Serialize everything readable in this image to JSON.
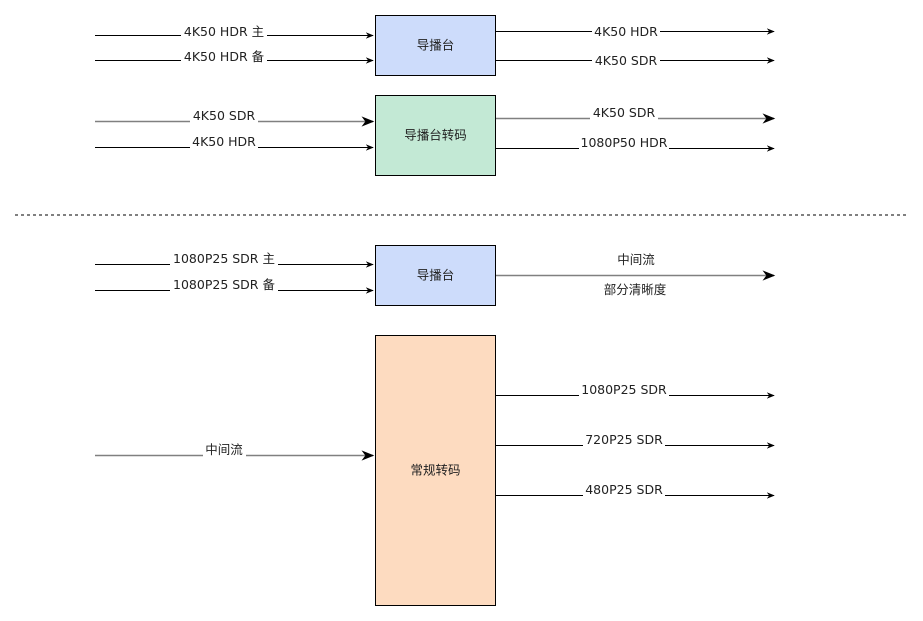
{
  "diagram": {
    "type": "signal-flow",
    "divider": {
      "style": "dashed"
    },
    "colors": {
      "blue_box": "#cddcfb",
      "green_box": "#c3e9d5",
      "orange_box": "#fddbc0",
      "stroke": "#000000",
      "gray_edge": "#808080",
      "text": "#222222"
    },
    "nodes": [
      {
        "id": "n1",
        "label": "导播台",
        "color": "blue_box"
      },
      {
        "id": "n2",
        "label": "导播台转码",
        "color": "green_box"
      },
      {
        "id": "n3",
        "label": "导播台",
        "color": "blue_box"
      },
      {
        "id": "n4",
        "label": "常规转码",
        "color": "orange_box"
      }
    ],
    "edges": [
      {
        "id": "e1",
        "to": "n1",
        "label": "4K50 HDR 主",
        "tone": "black"
      },
      {
        "id": "e2",
        "to": "n1",
        "label": "4K50 HDR 备",
        "tone": "black"
      },
      {
        "id": "e3",
        "from": "n1",
        "label": "4K50 HDR",
        "tone": "black"
      },
      {
        "id": "e4",
        "from": "n1",
        "label": "4K50 SDR",
        "tone": "black"
      },
      {
        "id": "e5",
        "to": "n2",
        "label": "4K50 SDR",
        "tone": "gray"
      },
      {
        "id": "e6",
        "to": "n2",
        "label": "4K50 HDR",
        "tone": "black"
      },
      {
        "id": "e7",
        "from": "n2",
        "label": "4K50 SDR",
        "tone": "gray"
      },
      {
        "id": "e8",
        "from": "n2",
        "label": "1080P50 HDR",
        "tone": "black"
      },
      {
        "id": "e9",
        "to": "n3",
        "label": "1080P25 SDR 主",
        "tone": "black"
      },
      {
        "id": "e10",
        "to": "n3",
        "label": "1080P25 SDR 备",
        "tone": "black"
      },
      {
        "id": "e11",
        "from": "n3",
        "label": "中间流",
        "sublabel": "部分清晰度",
        "tone": "gray"
      },
      {
        "id": "e12",
        "to": "n4",
        "label": "中间流",
        "tone": "gray"
      },
      {
        "id": "e13",
        "from": "n4",
        "label": "1080P25 SDR",
        "tone": "black"
      },
      {
        "id": "e14",
        "from": "n4",
        "label": "720P25 SDR",
        "tone": "black"
      },
      {
        "id": "e15",
        "from": "n4",
        "label": "480P25 SDR",
        "tone": "black"
      }
    ]
  }
}
